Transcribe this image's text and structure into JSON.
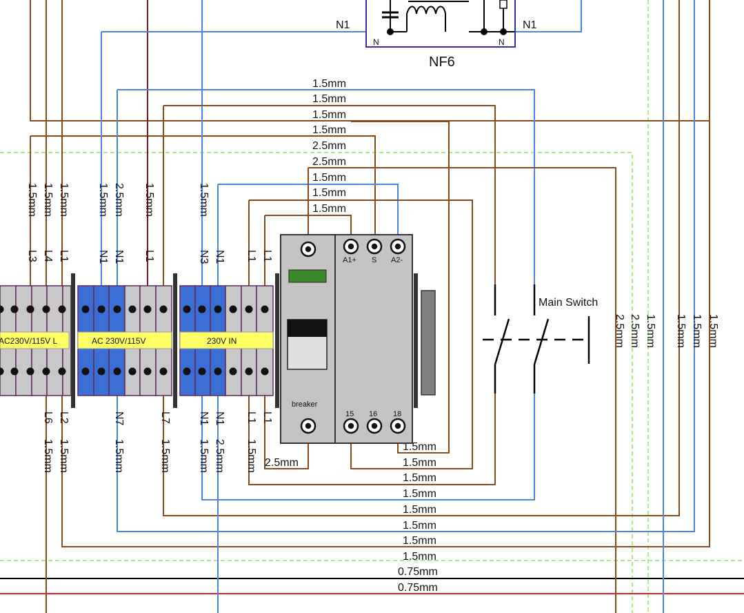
{
  "colors": {
    "brown": "#8b4a1c",
    "blue": "#4a86e8",
    "darkred": "#7a1a1a",
    "terminal_blue": "#3b6fd6",
    "terminal_gray": "#c8c8c8",
    "terminal_purple": "#5c2a5c",
    "label_yellow": "#ffff66",
    "green_dash": "#7fe35a",
    "black": "#000000",
    "red": "#e02020",
    "purple_box": "#3a2aa0",
    "indicator_green": "#3a8a2a"
  },
  "filter": {
    "name": "NF6",
    "left_line_label": "N1",
    "right_line_label": "N1",
    "left_term": "N",
    "right_term": "N"
  },
  "labels": {
    "main_switch": "Main Switch",
    "breaker": "breaker",
    "term_a1": "A1+",
    "term_s": "S",
    "term_a2": "A2-",
    "term_15": "15",
    "term_16": "16",
    "term_18": "18",
    "strip_1": "AC230V/115V L",
    "strip_2": "AC 230V/115V",
    "strip_3": "230V IN"
  },
  "top_wire_labels": [
    "1.5mm",
    "1.5mm",
    "1.5mm",
    "1.5mm",
    "2.5mm",
    "2.5mm",
    "1.5mm",
    "1.5mm",
    "1.5mm"
  ],
  "bottom_wire_labels": [
    "1.5mm",
    "1.5mm",
    "1.5mm",
    "1.5mm",
    "1.5mm",
    "1.5mm",
    "1.5mm",
    "1.5mm",
    "0.75mm",
    "0.75mm"
  ],
  "breaker_wire_label": "2.5mm",
  "top_vertical": [
    {
      "size": "1.5mm",
      "term": "L3"
    },
    {
      "size": "1.5mm",
      "term": "L4"
    },
    {
      "size": "1.5mm",
      "term": "L1"
    },
    {
      "size": "1.5mm",
      "term": "N1"
    },
    {
      "size": "2.5mm",
      "term": "N1"
    },
    {
      "size": "1.5mm",
      "term": "L1"
    },
    {
      "size": "1.5mm",
      "term": "N3"
    },
    {
      "size": "",
      "term": "N1"
    },
    {
      "size": "",
      "term": "L1"
    },
    {
      "size": "",
      "term": "L1"
    }
  ],
  "bottom_vertical": [
    {
      "size": "1.5mm",
      "term": "L6"
    },
    {
      "size": "1.5mm",
      "term": "L2"
    },
    {
      "size": "1.5mm",
      "term": "N7"
    },
    {
      "size": "1.5mm",
      "term": "L7"
    },
    {
      "size": "1.5mm",
      "term": "N1"
    },
    {
      "size": "2.5mm",
      "term": "N1"
    },
    {
      "size": "1.5mm",
      "term": "L1"
    },
    {
      "size": "",
      "term": "L1"
    }
  ],
  "right_vertical": [
    "2.5mm",
    "2.5mm",
    "1.5mm",
    "1.5mm",
    "1.5mm",
    "1.5mm"
  ]
}
